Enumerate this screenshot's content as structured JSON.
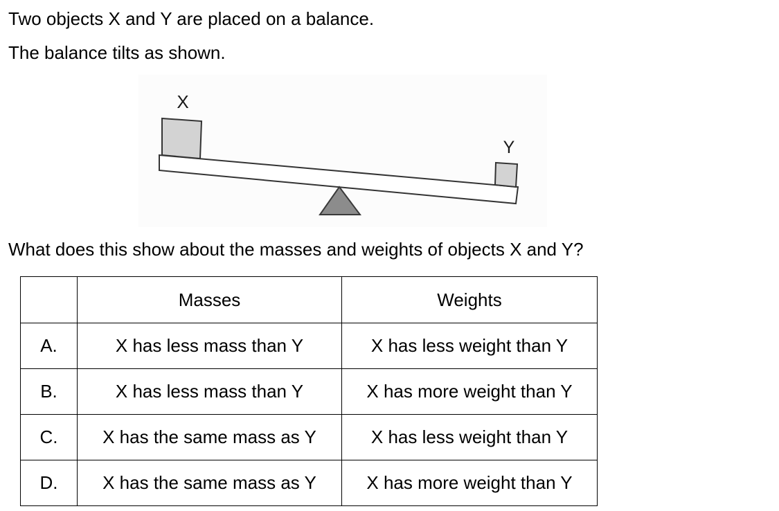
{
  "intro": {
    "line1": "Two objects X and Y are placed on a balance.",
    "line2": "The balance tilts as shown."
  },
  "figure": {
    "label_x": "X",
    "label_y": "Y"
  },
  "question": "What does this show about the masses and weights of objects X and Y?",
  "table": {
    "headers": [
      "",
      "Masses",
      "Weights"
    ],
    "rows": [
      {
        "letter": "A.",
        "mass": "X has less mass than Y",
        "weight": "X has less weight than Y"
      },
      {
        "letter": "B.",
        "mass": "X has less mass than Y",
        "weight": "X has more weight than Y"
      },
      {
        "letter": "C.",
        "mass": "X has the same mass as Y",
        "weight": "X has less weight than Y"
      },
      {
        "letter": "D.",
        "mass": "X has the same mass as Y",
        "weight": "X has more weight than Y"
      }
    ]
  }
}
